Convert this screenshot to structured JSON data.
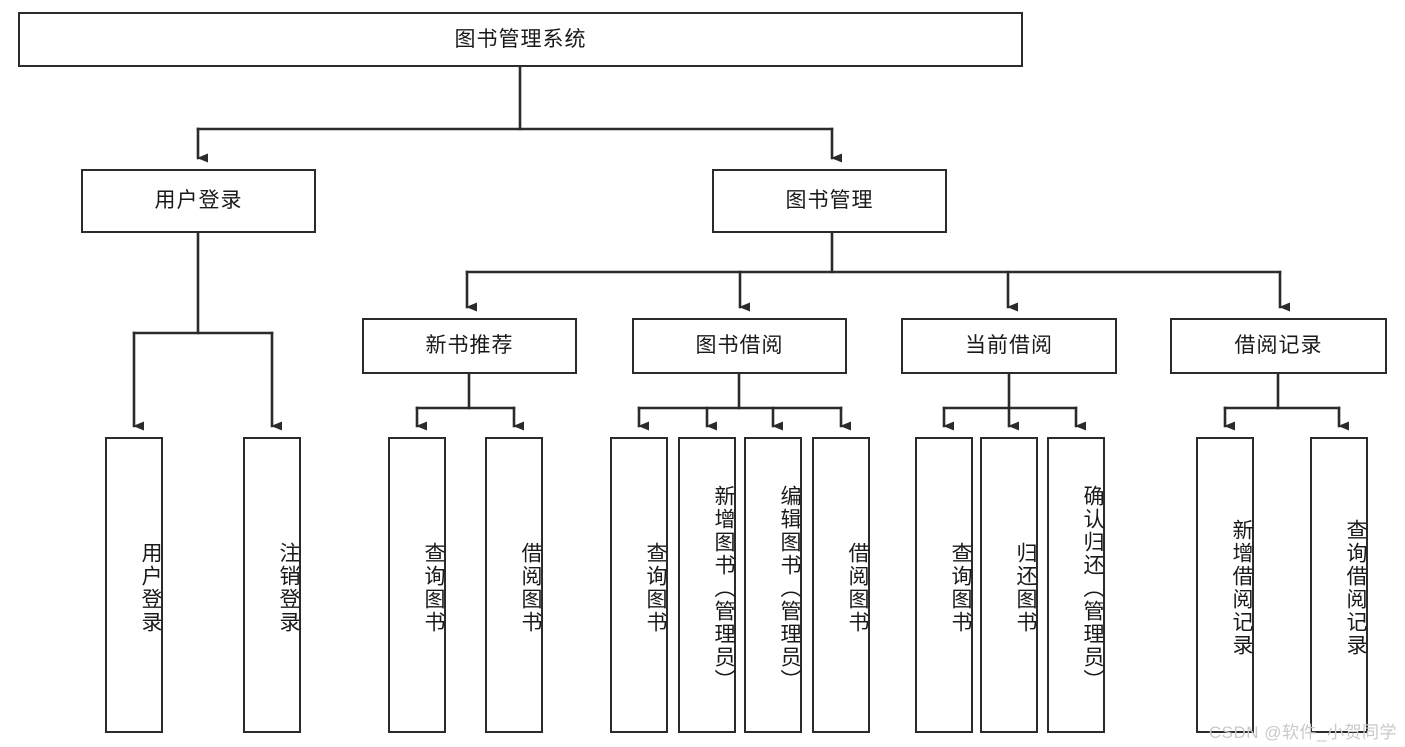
{
  "diagram": {
    "title": "图书管理系统",
    "type": "hierarchy-tree",
    "watermark": "CSDN @软件_小贺同学",
    "colors": {
      "box_border": "#2b2b2b",
      "box_fill": "#ffffff",
      "edge": "#2b2b2b",
      "text": "#1a1a1a",
      "watermark": "#c9c9c9",
      "background": "#ffffff"
    },
    "root": {
      "label": "图书管理系统"
    },
    "level2": [
      {
        "label": "用户登录"
      },
      {
        "label": "图书管理"
      }
    ],
    "level3": [
      {
        "label": "新书推荐"
      },
      {
        "label": "图书借阅"
      },
      {
        "label": "当前借阅"
      },
      {
        "label": "借阅记录"
      }
    ],
    "leaves": {
      "user_login": [
        {
          "label": "用户登录"
        },
        {
          "label": "注销登录"
        }
      ],
      "new_book": [
        {
          "label": "查询图书"
        },
        {
          "label": "借阅图书"
        }
      ],
      "borrow_book": [
        {
          "label": "查询图书"
        },
        {
          "label": "新增图书（管理员）"
        },
        {
          "label": "编辑图书（管理员）"
        },
        {
          "label": "借阅图书"
        }
      ],
      "current_borrow": [
        {
          "label": "查询图书"
        },
        {
          "label": "归还图书"
        },
        {
          "label": "确认归还（管理员）"
        }
      ],
      "borrow_record": [
        {
          "label": "新增借阅记录"
        },
        {
          "label": "查询借阅记录"
        }
      ]
    }
  }
}
